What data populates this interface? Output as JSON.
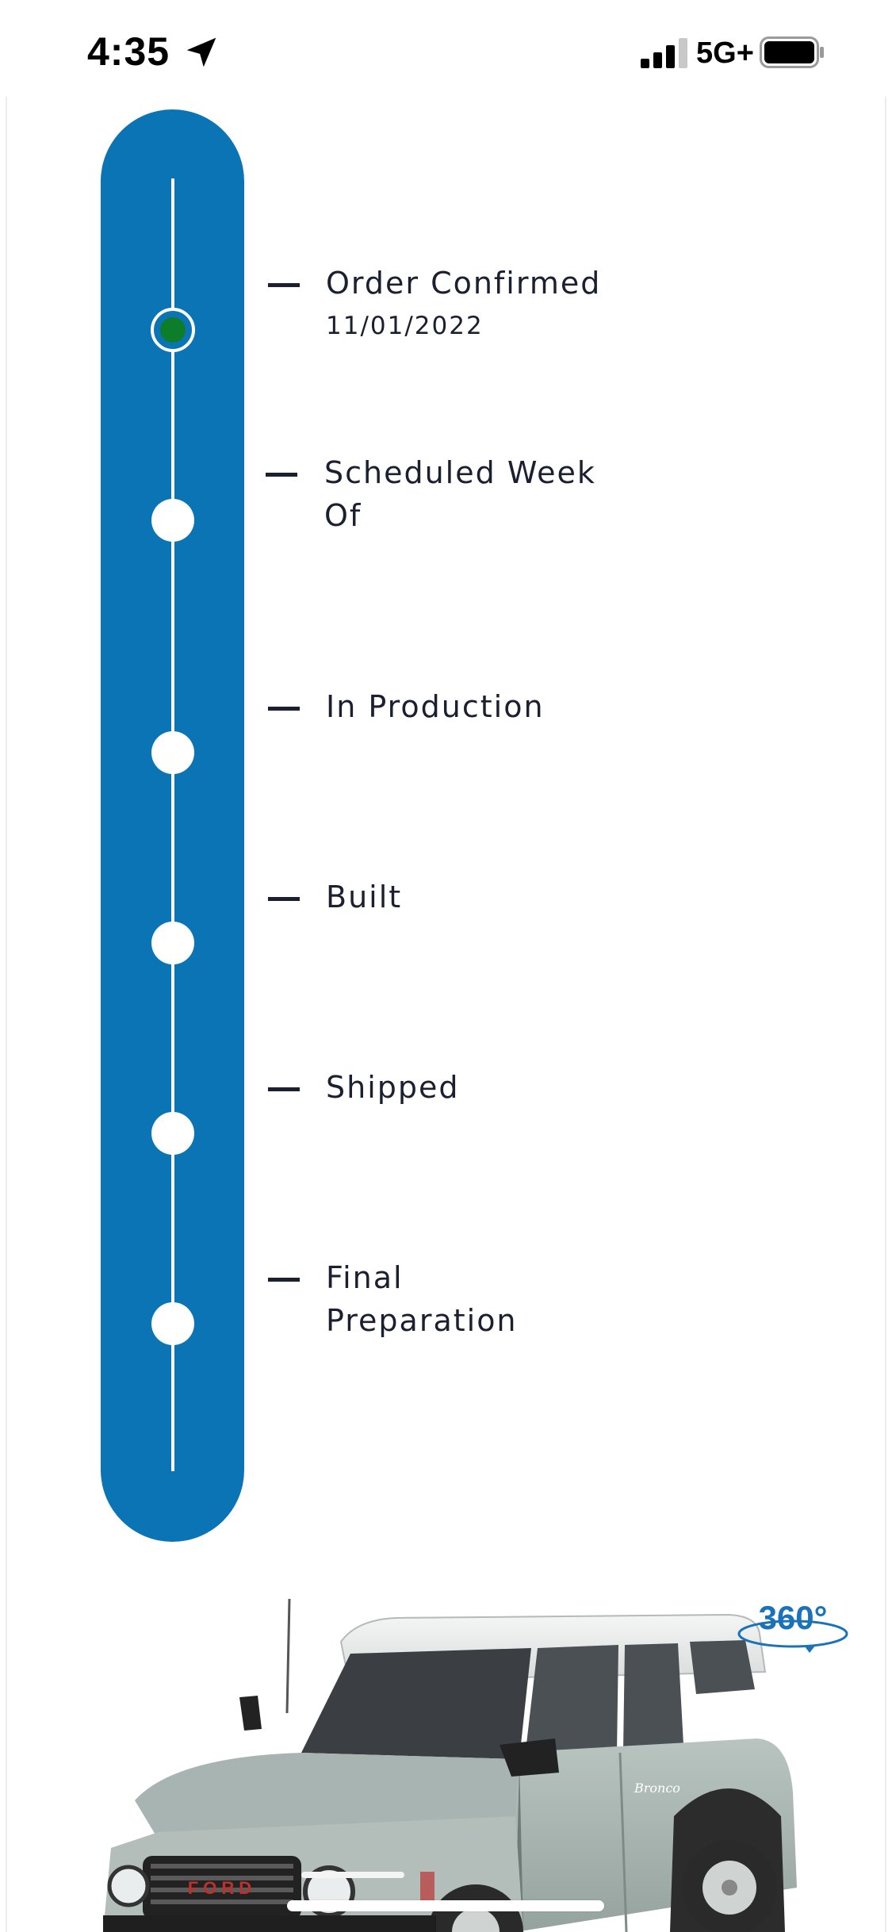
{
  "status_bar": {
    "time": "4:35",
    "network": "5G+",
    "icons": [
      "location-arrow-icon",
      "signal-icon",
      "battery-icon"
    ]
  },
  "timeline": {
    "colors": {
      "track": "#0a74b5",
      "active_dot": "#0d7d2a",
      "dot": "#ffffff"
    },
    "steps": [
      {
        "label": "Order Confirmed",
        "date": "11/01/2022",
        "active": true
      },
      {
        "label": "Scheduled Week Of",
        "date": "",
        "active": false
      },
      {
        "label": "In Production",
        "date": "",
        "active": false
      },
      {
        "label": "Built",
        "date": "",
        "active": false
      },
      {
        "label": "Shipped",
        "date": "",
        "active": false
      },
      {
        "label": "Final Preparation",
        "date": "",
        "active": false
      }
    ]
  },
  "vehicle": {
    "view_360_label": "360°",
    "grille_text": "FORD",
    "badge_text": "Bronco"
  }
}
